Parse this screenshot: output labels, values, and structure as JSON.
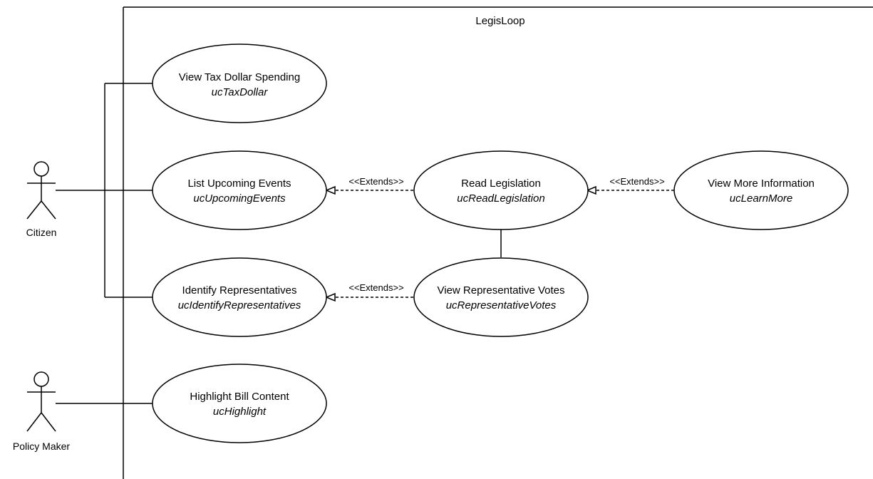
{
  "system": {
    "name": "LegisLoop"
  },
  "actors": {
    "citizen": {
      "label": "Citizen"
    },
    "policy_maker": {
      "label": "Policy Maker"
    }
  },
  "use_cases": {
    "tax_dollar": {
      "title": "View Tax Dollar Spending",
      "id": "ucTaxDollar"
    },
    "upcoming_events": {
      "title": "List Upcoming Events",
      "id": "ucUpcomingEvents"
    },
    "identify_reps": {
      "title": "Identify Representatives",
      "id": "ucIdentifyRepresentatives"
    },
    "highlight": {
      "title": "Highlight Bill Content",
      "id": "ucHighlight"
    },
    "read_legislation": {
      "title": "Read Legislation",
      "id": "ucReadLegislation"
    },
    "rep_votes": {
      "title": "View Representative Votes",
      "id": "ucRepresentativeVotes"
    },
    "learn_more": {
      "title": "View More Information",
      "id": "ucLearnMore"
    }
  },
  "relations": {
    "read_extends_events": "<<Extends>>",
    "learn_extends_read": "<<Extends>>",
    "votes_extends_identify": "<<Extends>>"
  }
}
